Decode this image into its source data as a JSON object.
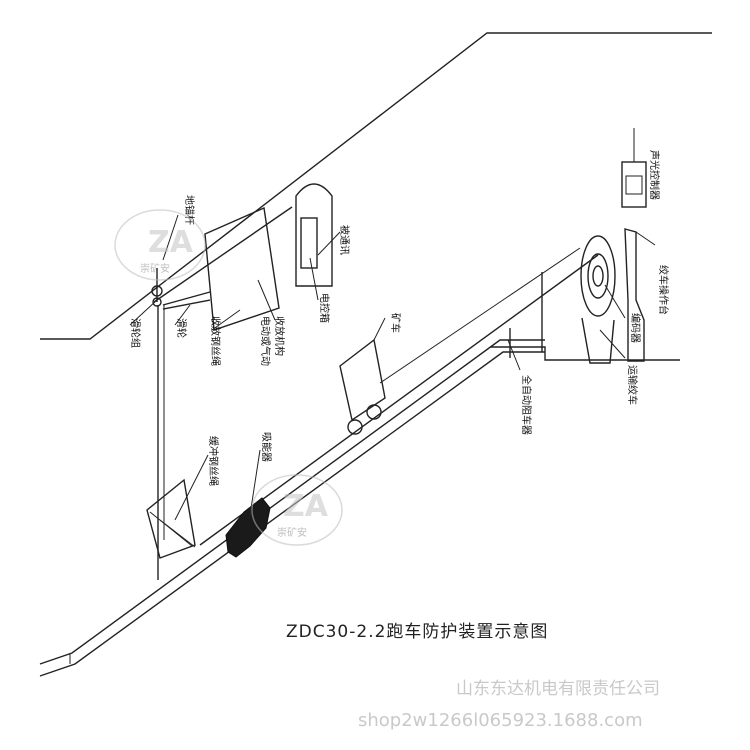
{
  "diagram": {
    "caption": "ZDC30-2.2跑车防护装置示意图",
    "labels": {
      "sound_light_controller": "声光控制器",
      "winch_console": "绞车操作台",
      "encoder": "编码器",
      "hoist_winch": "运输绞车",
      "auto_stop_device": "全自动阻车器",
      "mine_car": "矿车",
      "electric_control_box": "电控箱",
      "signal_cable": "被通讯",
      "release_mechanism": "收放机构",
      "release_mech_power": "电动或气动",
      "wire_rope_release": "收放钢丝绳",
      "pulley": "滑轮",
      "pulley_group": "滑轮组",
      "anchor_rod": "地锚杆",
      "buffer_wire_rope": "缓冲钢丝绳",
      "energy_absorber": "吸能器"
    },
    "stamp_text": "崇矿安"
  },
  "watermark": {
    "company": "山东东达机电有限责任公司",
    "shop": "shop2w1266l065923.1688.com"
  }
}
